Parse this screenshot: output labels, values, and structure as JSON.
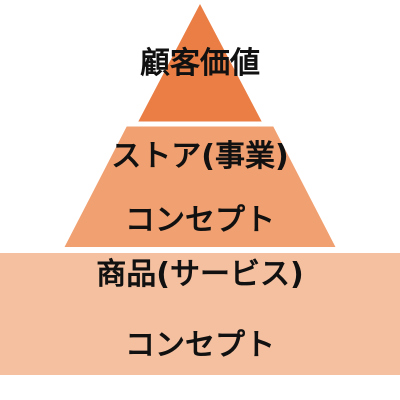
{
  "diagram": {
    "type": "pyramid",
    "tiers": [
      {
        "lines": [
          "顧客価値"
        ],
        "color": "#ea7e45"
      },
      {
        "lines": [
          "ストア(事業)",
          "コンセプト"
        ],
        "color": "#f0a071"
      },
      {
        "lines": [
          "商品(サービス)",
          "コンセプト"
        ],
        "color": "#f4c0a0"
      }
    ]
  }
}
